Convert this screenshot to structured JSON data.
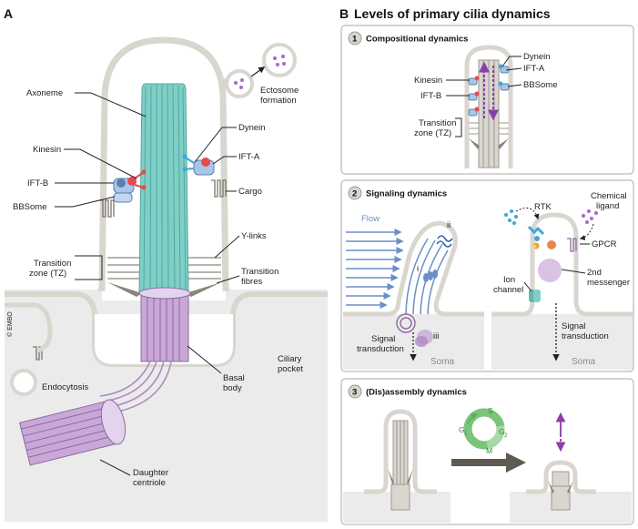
{
  "panel_a": {
    "letter": "A",
    "labels": {
      "axoneme": "Axoneme",
      "kinesin": "Kinesin",
      "ift_b": "IFT-B",
      "bbsome": "BBSome",
      "dynein": "Dynein",
      "ift_a": "IFT-A",
      "cargo": "Cargo",
      "y_links": "Y-links",
      "tz_line1": "Transition",
      "tz_line2": "zone (TZ)",
      "tf_line1": "Transition",
      "tf_line2": "fibres",
      "ecto_line1": "Ectosome",
      "ecto_line2": "formation",
      "endocytosis": "Endocytosis",
      "basal_line1": "Basal",
      "basal_line2": "body",
      "pocket_line1": "Ciliary",
      "pocket_line2": "pocket",
      "daughter_line1": "Daughter",
      "daughter_line2": "centriole",
      "credit": "© EMBO"
    }
  },
  "panel_b": {
    "letter": "B",
    "title": "Levels of primary cilia dynamics",
    "box1": {
      "num": "1",
      "title": "Compositional dynamics",
      "labels": {
        "dynein": "Dynein",
        "ift_a": "IFT-A",
        "kinesin": "Kinesin",
        "bbsome": "BBSome",
        "ift_b": "IFT-B",
        "tz_line1": "Transition",
        "tz_line2": "zone (TZ)"
      }
    },
    "box2": {
      "num": "2",
      "title": "Signaling dynamics",
      "labels": {
        "flow": "Flow",
        "ii": "ii",
        "i": "i",
        "iii": "iii",
        "sig_left_line1": "Signal",
        "sig_left_line2": "transduction",
        "soma_left": "Soma",
        "rtk": "RTK",
        "chem_line1": "Chemical",
        "chem_line2": "ligand",
        "gpcr": "GPCR",
        "ion_line1": "Ion",
        "ion_line2": "channel",
        "msg_line1": "2nd",
        "msg_line2": "messenger",
        "sig_right_line1": "Signal",
        "sig_right_line2": "transduction",
        "soma_right": "Soma",
        "p": "P"
      }
    },
    "box3": {
      "num": "3",
      "title": "(Dis)assembly dynamics",
      "cycle": {
        "g1": "G",
        "g1_sub": "1",
        "s": "S",
        "g2": "G",
        "g2_sub": "2",
        "m": "M"
      }
    }
  },
  "colors": {
    "axoneme": "#7fcfc7",
    "basal_body": "#c9a8d8",
    "membrane": "#d9d6cf",
    "background_grey": "#ebebeb",
    "kinesin": "#e8474d",
    "dynein": "#3fa7dc",
    "ift": "#a9c6e6",
    "bbsome": "#5d7fb0",
    "flow": "#6a8fc9",
    "cell_cycle": "#7bc47a",
    "purple_arrow": "#8a3fa8"
  }
}
